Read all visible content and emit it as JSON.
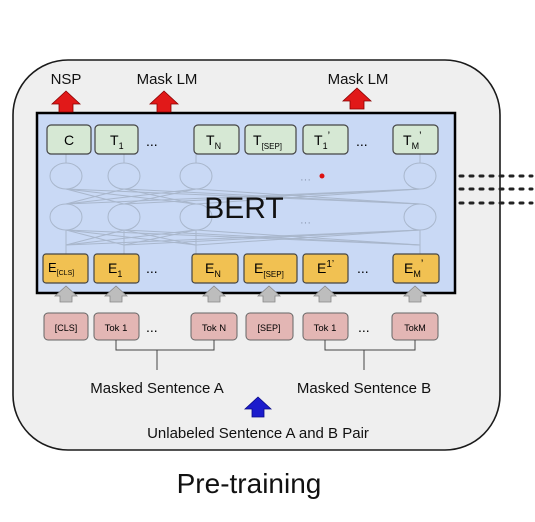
{
  "heads": {
    "nsp": "NSP",
    "mask_lm_1": "Mask LM",
    "mask_lm_2": "Mask LM"
  },
  "model": {
    "name": "BERT"
  },
  "outputs": [
    {
      "main": "C",
      "sub": ""
    },
    {
      "main": "T",
      "sub": "1"
    },
    {
      "main": "T",
      "sub": "N"
    },
    {
      "main": "T",
      "sub": "[SEP]"
    },
    {
      "main": "T",
      "sub": "1",
      "sup": "’"
    },
    {
      "main": "T",
      "sub": "M",
      "sup": "’"
    }
  ],
  "embeddings": [
    {
      "main": "E",
      "sub": "[CLS]"
    },
    {
      "main": "E",
      "sub": "1"
    },
    {
      "main": "E",
      "sub": "N"
    },
    {
      "main": "E",
      "sub": "[SEP]"
    },
    {
      "main": "E",
      "sub": "",
      "sup": "1’"
    },
    {
      "main": "E",
      "sub": "M",
      "sup": "’"
    }
  ],
  "tokens": [
    "[CLS]",
    "Tok 1",
    "Tok N",
    "[SEP]",
    "Tok 1",
    "TokM"
  ],
  "ellipsis": "...",
  "sentence_a": "Masked Sentence A",
  "sentence_b": "Masked Sentence B",
  "pair_label": "Unlabeled Sentence A and B Pair",
  "caption": "Pre-training",
  "colors": {
    "output_fill": "#d6e8d4",
    "embedding_fill": "#f1c152",
    "token_fill": "#e3b6b4",
    "bert_fill": "#c9d9f5",
    "outer_panel": "#efefef",
    "red_arrow": "#e11919",
    "blue_arrow": "#1c1ccc",
    "gray_arrow": "#bdbdbd"
  }
}
